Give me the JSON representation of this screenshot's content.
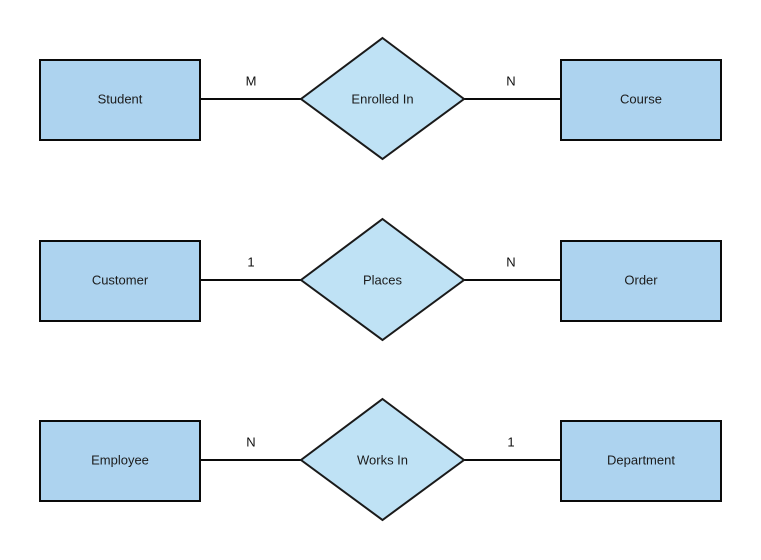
{
  "diagram": {
    "type": "entity-relationship-diagram",
    "background_color": "#ffffff",
    "entity_fill": "#ADD3EF",
    "relationship_fill": "#BFE2F5",
    "stroke_color": "#0a0a0a",
    "text_color": "#1b1b1b",
    "rows": [
      {
        "left_entity": "Student",
        "left_cardinality": "M",
        "relationship": "Enrolled In",
        "right_cardinality": "N",
        "right_entity": "Course"
      },
      {
        "left_entity": "Customer",
        "left_cardinality": "1",
        "relationship": "Places",
        "right_cardinality": "N",
        "right_entity": "Order"
      },
      {
        "left_entity": "Employee",
        "left_cardinality": "N",
        "relationship": "Works In",
        "right_cardinality": "1",
        "right_entity": "Department"
      }
    ]
  }
}
